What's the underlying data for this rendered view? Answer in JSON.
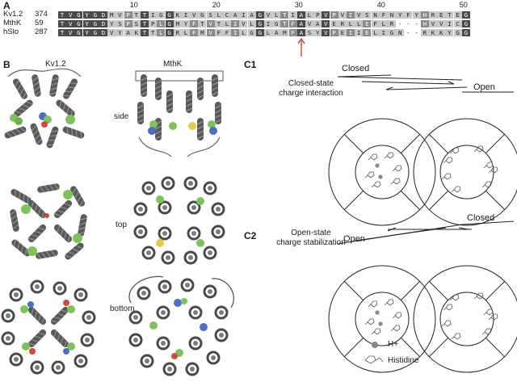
{
  "panelA": {
    "letter": "A",
    "ruler": [
      "10",
      "20",
      "30",
      "40",
      "50"
    ],
    "rows": [
      {
        "name": "Kv1.2",
        "start": "374",
        "seq": "TVGYGDMVPTTIGGKIVGSLCAIAGVLTIALPVPVIVSNFNYFYHRETEG"
      },
      {
        "name": "MthK",
        "start": "59",
        "seq": "TVGYGDYSPSTPLGMYFTVTLIVLGIGTFAVAVERLLEFLR---HVVICG"
      },
      {
        "name": "hSlo",
        "start": "287",
        "seq": "TVGYGDVYAKTTLGRLFMVFFILGGLAMFASYVPEIIELIGN--RKKYGG"
      }
    ],
    "colors": {
      "dark": "#4a4a4a",
      "mid": "#8c8c8c",
      "light": "#c8c8c8",
      "white": "#ffffff",
      "arrow": "#d9302c"
    }
  },
  "panelB": {
    "letter": "B",
    "columns": [
      "Kv1.2",
      "MthK"
    ],
    "views": [
      "side",
      "top",
      "bottom"
    ]
  },
  "panelC": {
    "c1": {
      "letter": "C1",
      "description": "Closed-state\ncharge interaction",
      "left_state": "Closed",
      "right_state": "Open"
    },
    "c2": {
      "letter": "C2",
      "description": "Open-state\ncharge stabilization",
      "left_state": "Open",
      "right_state": "Closed"
    },
    "legend": {
      "proton": "H+",
      "histidine": "Histidine"
    }
  }
}
